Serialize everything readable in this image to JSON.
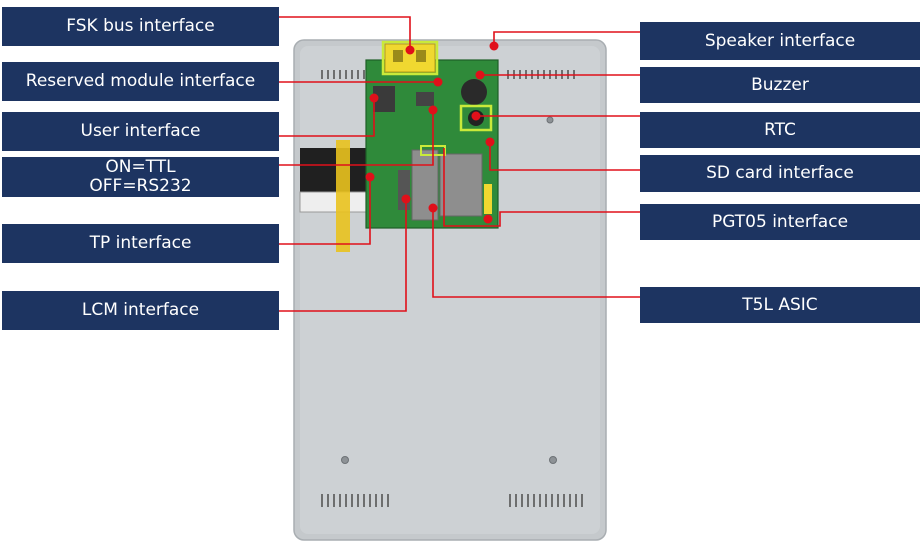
{
  "labels": {
    "fsk_bus": "FSK bus interface",
    "reserved_module": "Reserved module interface",
    "user_interface": "User interface",
    "on_off": "ON=TTL\nOFF=RS232",
    "tp_interface": "TP interface",
    "lcm_interface": "LCM interface",
    "speaker_interface": "Speaker interface",
    "buzzer": "Buzzer",
    "rtc": "RTC",
    "sd_card_interface": "SD card interface",
    "pgt05_interface": "PGT05 interface",
    "t5l_asic": "T5L ASIC"
  },
  "colors": {
    "label_bg": "#1d3461",
    "label_text": "#ffffff",
    "leader_line": "#e0101a",
    "highlight_box": "#c9ea3a",
    "board_green": "#2f8a3a",
    "panel_gray": "#c5c9cc"
  }
}
